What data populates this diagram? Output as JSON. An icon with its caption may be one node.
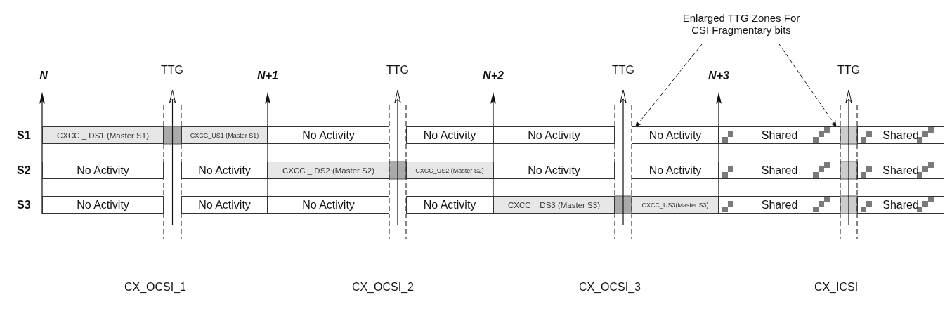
{
  "diagram": {
    "nodes": [
      {
        "text": [
          "Enlarged TTG Zones For CSI Fragmentary bits"
        ]
      },
      {
        "text": [
          "CXCC _ DS1 (Master S1)"
        ]
      },
      {
        "text": [
          "CXCC_US1 (Master S1)"
        ]
      },
      {
        "text": [
          "No Activity"
        ]
      },
      {
        "text": [
          "No Activity"
        ]
      },
      {
        "text": [
          "No Activity"
        ]
      },
      {
        "text": [
          "No Activity"
        ]
      },
      {
        "text": [
          "Shared"
        ]
      },
      {
        "text": [
          "Shared"
        ]
      },
      {
        "text": [
          "No Activity"
        ]
      },
      {
        "text": [
          "No Activity"
        ]
      },
      {
        "text": [
          "CXCC _ DS2 (Master S2)"
        ]
      },
      {
        "text": [
          "CXCC_US2 (Master S2)"
        ]
      },
      {
        "text": [
          "No Activity"
        ]
      },
      {
        "text": [
          "No Activity"
        ]
      },
      {
        "text": [
          "Shared"
        ]
      },
      {
        "text": [
          "Shared"
        ]
      },
      {
        "text": [
          "No Activity"
        ]
      },
      {
        "text": [
          "No Activity"
        ]
      },
      {
        "text": [
          "No Activity"
        ]
      },
      {
        "text": [
          "No Activity"
        ]
      },
      {
        "text": [
          "CXCC _ DS3 (Master S3)"
        ]
      },
      {
        "text": [
          "CXCC_US3(Master S3)"
        ]
      },
      {
        "text": [
          "Shared"
        ]
      },
      {
        "text": [
          "Shared"
        ]
      }
    ],
    "edges": [
      {
        "from": 0,
        "to": 6,
        "arrow": "to",
        "style": "dashed"
      },
      {
        "from": 0,
        "to": 7,
        "arrow": "to",
        "style": "dashed"
      }
    ],
    "labels": [
      "TTG",
      "TTG",
      "TTG",
      "TTG",
      "N",
      "N+1",
      "N+2",
      "N+3",
      "S1",
      "S2",
      "S3",
      "CX_OCSI_1",
      "CX_OCSI_2",
      "CX_OCSI_3",
      "CX_ICSI"
    ]
  }
}
